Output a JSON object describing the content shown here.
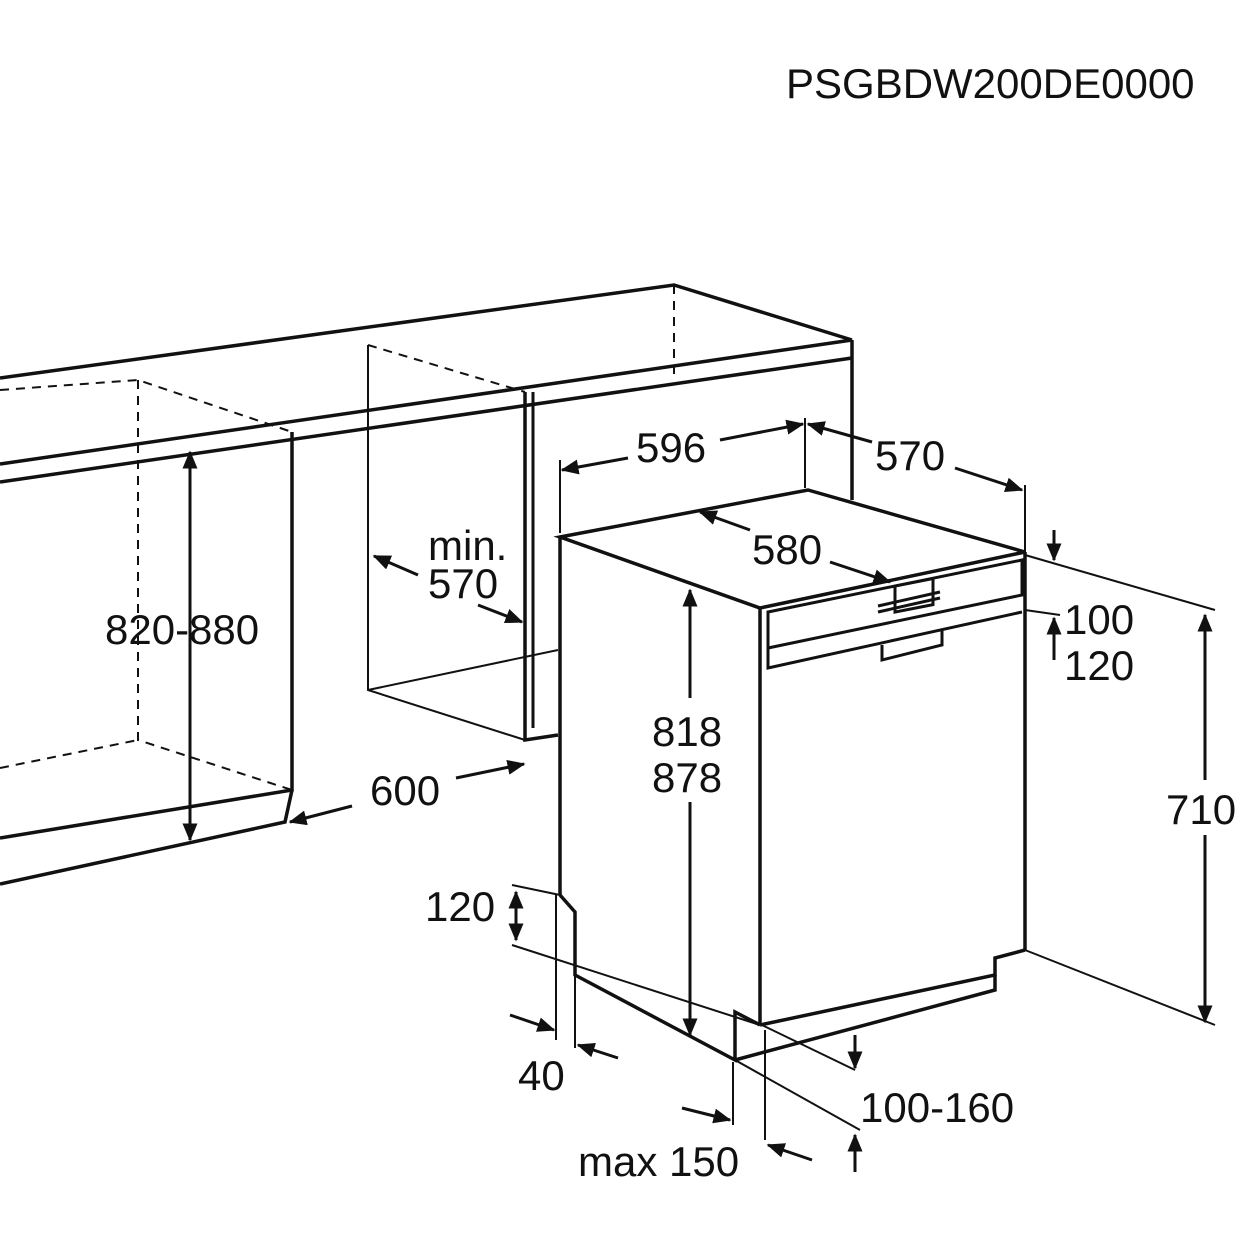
{
  "model_code": "PSGBDW200DE0000",
  "dimensions": {
    "niche_height": "820-880",
    "niche_depth_min_label": "min.",
    "niche_depth_min_value": "570",
    "niche_width": "600",
    "appliance_width": "596",
    "appliance_depth": "570",
    "top_depth": "580",
    "panel_offset_a": "100",
    "panel_offset_b": "120",
    "appliance_height_a": "818",
    "appliance_height_b": "878",
    "door_height": "710",
    "plinth_height": "120",
    "plinth_recess": "40",
    "plinth_gap": "100-160",
    "plinth_max": "max 150"
  }
}
